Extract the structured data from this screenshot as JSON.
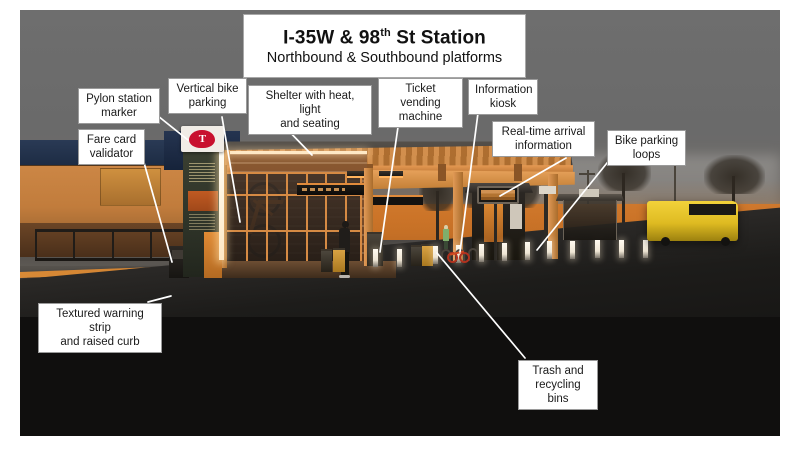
{
  "title_card": {
    "line1_prefix": "I-35W & 98",
    "line1_sup": "th",
    "line1_suffix": " St Station",
    "line2": "Northbound & Southbound platforms"
  },
  "callouts": [
    {
      "id": "pylon-station-marker",
      "text": "Pylon station\nmarker"
    },
    {
      "id": "fare-card-validator",
      "text": "Fare card\nvalidator"
    },
    {
      "id": "vertical-bike-parking",
      "text": "Vertical bike\nparking"
    },
    {
      "id": "shelter-heat-light-seating",
      "text": "Shelter with heat, light\nand seating"
    },
    {
      "id": "ticket-vending-machine",
      "text": "Ticket vending\nmachine"
    },
    {
      "id": "information-kiosk",
      "text": "Information\nkiosk"
    },
    {
      "id": "real-time-arrival-information",
      "text": "Real-time arrival\ninformation"
    },
    {
      "id": "bike-parking-loops",
      "text": "Bike parking\nloops"
    },
    {
      "id": "textured-warning-strip",
      "text": "Textured warning strip\nand raised curb"
    },
    {
      "id": "trash-recycling-bins",
      "text": "Trash and\nrecycling bins"
    }
  ],
  "scene": {
    "pylon_logo_letter": "T",
    "colors": {
      "sky": "#6a6a6a",
      "sunset_band": "#cc7a2c",
      "canopy_warm": "#d9934e",
      "pylon_green": "#323727",
      "transit_red": "#c8102e",
      "bus_yellow": "#f2d23a",
      "roof_blue": "#223450",
      "road_dark": "#131211",
      "callout_fill": "#ffffff",
      "callout_border": "#9a9a9a"
    }
  }
}
